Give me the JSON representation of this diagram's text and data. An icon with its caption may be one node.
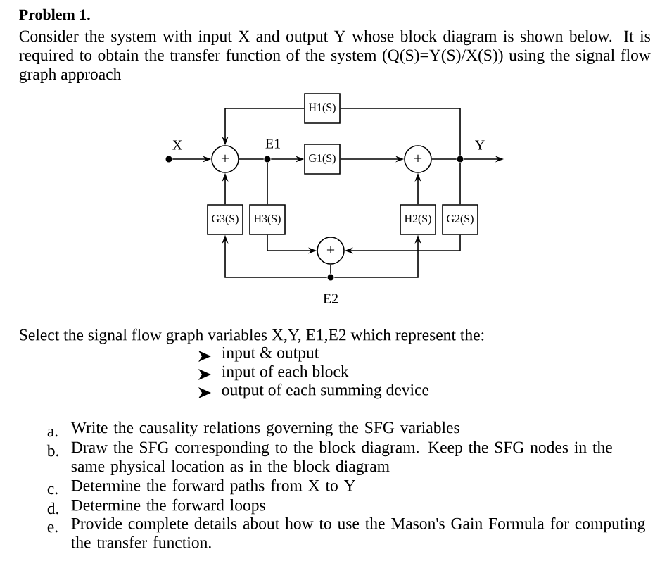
{
  "diagram": {
    "title": "Problem 1.",
    "nodes": [
      {
        "text": [],
        "shape": "circle",
        "beside": [
          "X"
        ]
      },
      {
        "text": [
          "+"
        ]
      },
      {
        "text": [],
        "shape": "circle",
        "beside": [
          "E1"
        ]
      },
      {
        "text": [
          "H1(S)"
        ]
      },
      {
        "text": [
          "G1(S)"
        ]
      },
      {
        "text": [
          "+"
        ]
      },
      {
        "text": [],
        "shape": "circle",
        "beside": [
          "Y"
        ]
      },
      {
        "text": [
          "G3(S)"
        ]
      },
      {
        "text": [
          "H3(S)"
        ]
      },
      {
        "text": [
          "H2(S)"
        ]
      },
      {
        "text": [
          "G2(S)"
        ]
      },
      {
        "text": [
          "+"
        ]
      },
      {
        "text": [],
        "shape": "circle",
        "beside": [
          "E2"
        ]
      }
    ],
    "edges": [
      {
        "from": 0,
        "to": 1,
        "arrow": "to"
      },
      {
        "from": 1,
        "to": 2,
        "arrow": "none"
      },
      {
        "from": 2,
        "to": 4,
        "arrow": "to"
      },
      {
        "from": 4,
        "to": 5,
        "arrow": "to"
      },
      {
        "from": 5,
        "to": 6,
        "arrow": "none"
      },
      {
        "from": 6,
        "to": null,
        "arrow": "to"
      },
      {
        "from": 6,
        "to": 3,
        "arrow": "none"
      },
      {
        "from": 3,
        "to": 1,
        "arrow": "to"
      },
      {
        "from": 6,
        "to": 10,
        "arrow": "none"
      },
      {
        "from": 10,
        "to": 11,
        "arrow": "to"
      },
      {
        "from": 2,
        "to": 8,
        "arrow": "none"
      },
      {
        "from": 8,
        "to": 11,
        "arrow": "to"
      },
      {
        "from": 11,
        "to": 12,
        "arrow": "none"
      },
      {
        "from": 12,
        "to": 7,
        "arrow": "to"
      },
      {
        "from": 12,
        "to": 9,
        "arrow": "to"
      },
      {
        "from": 7,
        "to": 1,
        "arrow": "to"
      },
      {
        "from": 9,
        "to": 5,
        "arrow": "to"
      }
    ],
    "labels": [
      "Consider the system with input X and output Y whose block diagram is shown below. It is required to obtain the transfer function of the system (Q(S)=Y(S)/X(S)) using the signal flow graph approach",
      "Select the signal flow graph variables X,Y, E1,E2 which represent the:",
      "input & output",
      "input of each block",
      "output of each summing device",
      "a.",
      "Write the causality relations governing the SFG variables",
      "b.",
      "Draw the SFG corresponding to the block diagram. Keep the SFG nodes in the same physical location as in the block diagram",
      "c.",
      "Determine the forward paths from X to Y",
      "d.",
      "Determine the forward loops",
      "e.",
      "Provide complete details about how to use the Mason's Gain Formula for computing the transfer function."
    ]
  }
}
